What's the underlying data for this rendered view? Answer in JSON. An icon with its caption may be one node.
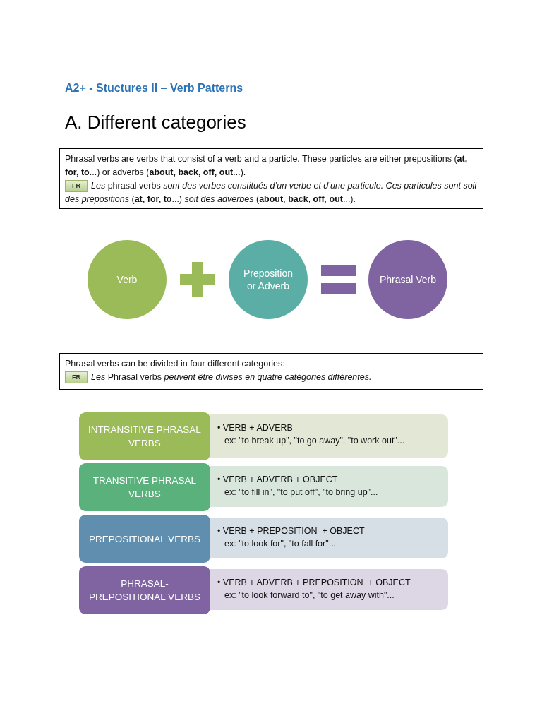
{
  "diagram": {
    "title": "A2+ - Stuctures II – Verb Patterns",
    "nodes": [
      {
        "text": [
          "Phrasal verbs are verbs that consist of a verb and a particle. These particles are either prepositions (**at, for, to**...) or adverbs (**about, back, off, out**...).",
          "*Les* phrasal verbs *sont des verbes constitués d’un verbe et d’une particule. Ces particules sont soit des prépositions* (**at, for, to**...) *soit des adverbes* (**about**, **back**, **off**, **out**...)."
        ]
      },
      {
        "text": [
          "Verb"
        ]
      },
      {
        "text": [
          "Preposition or Adverb"
        ]
      },
      {
        "text": [
          "Phrasal Verb"
        ]
      },
      {
        "text": [
          "Phrasal verbs can be divided in four different categories:",
          "*Les* Phrasal verbs *peuvent être divisés en quatre catégories différentes.*"
        ]
      },
      {
        "text": [
          "INTRANSITIVE PHRASAL VERBS"
        ]
      },
      {
        "text": [
          "• VERB + ADVERB",
          "ex: \"to break up\", \"to go away\", \"to work out\"..."
        ]
      },
      {
        "text": [
          "TRANSITIVE PHRASAL VERBS"
        ]
      },
      {
        "text": [
          "• VERB + ADVERB + OBJECT",
          "ex: \"to fill in\", \"to put off\", \"to bring up\"..."
        ]
      },
      {
        "text": [
          "PREPOSITIONAL VERBS"
        ]
      },
      {
        "text": [
          "• VERB + PREPOSITION  + OBJECT",
          "ex: \"to look for\", \"to fall for\"..."
        ]
      },
      {
        "text": [
          "PHRASAL- PREPOSITIONAL VERBS"
        ]
      },
      {
        "text": [
          "• VERB + ADVERB + PREPOSITION  + OBJECT",
          "ex: \"to look forward to\", \"to get away with\"..."
        ]
      }
    ],
    "labels": [
      "A. Different categories",
      "FR",
      "FR"
    ]
  }
}
